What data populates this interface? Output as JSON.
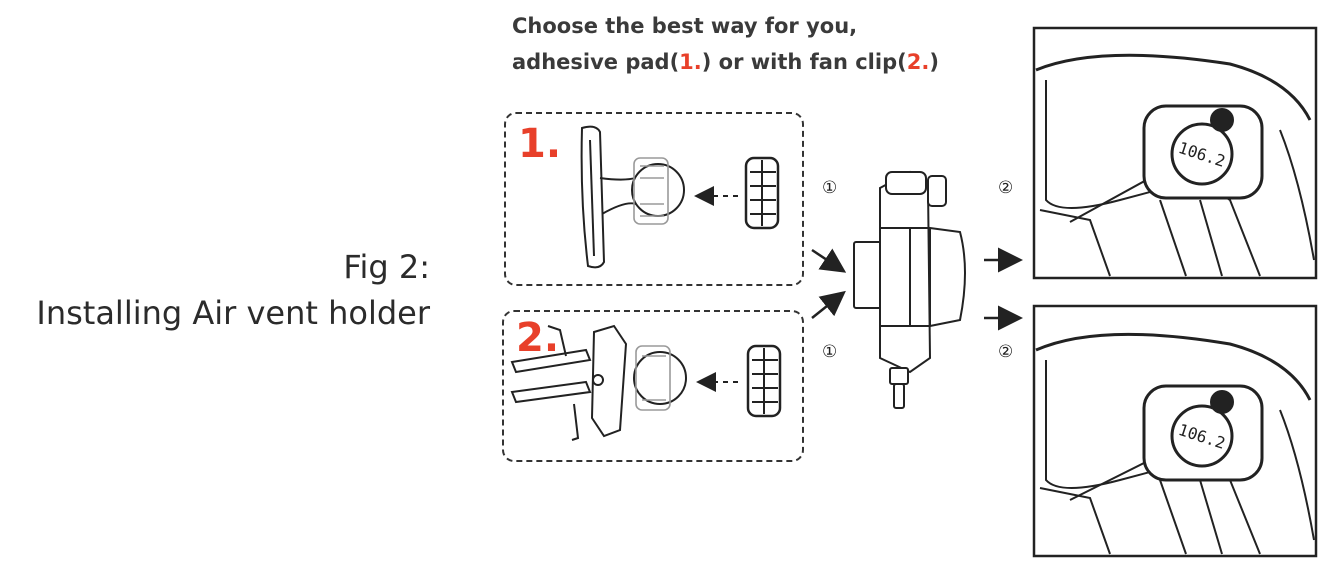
{
  "figure": {
    "label_line1": "Fig 2:",
    "label_line2": "Installing Air vent holder"
  },
  "header": {
    "line1": "Choose the best way for you,",
    "line2_part1": "adhesive pad(",
    "line2_num1": "1.",
    "line2_part2": ") or with fan clip(",
    "line2_num2": "2.",
    "line2_part3": ")"
  },
  "options": [
    {
      "number": "1.",
      "name": "adhesive pad"
    },
    {
      "number": "2.",
      "name": "fan clip"
    }
  ],
  "steps": {
    "step1_marker": "①",
    "step2_marker": "②"
  },
  "device_display": {
    "frequency_top": "106.2",
    "frequency_bottom": "106.2"
  },
  "colors": {
    "accent_red": "#e8402a",
    "line": "#222222"
  }
}
